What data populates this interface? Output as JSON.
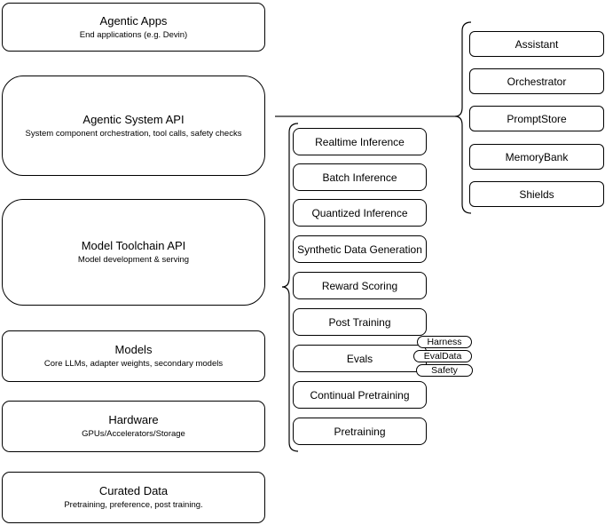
{
  "diagram": {
    "background": "#ffffff",
    "stroke_color": "#000000",
    "stack": [
      {
        "title": "Agentic Apps",
        "subtitle": "End applications (e.g. Devin)"
      },
      {
        "title": "Agentic System API",
        "subtitle": "System component orchestration, tool calls, safety checks"
      },
      {
        "title": "Model Toolchain API",
        "subtitle": "Model development & serving"
      },
      {
        "title": "Models",
        "subtitle": "Core LLMs, adapter weights, secondary models"
      },
      {
        "title": "Hardware",
        "subtitle": "GPUs/Accelerators/Storage"
      },
      {
        "title": "Curated Data",
        "subtitle": "Pretraining, preference, post training."
      }
    ],
    "toolchain_items": [
      "Realtime Inference",
      "Batch Inference",
      "Quantized Inference",
      "Synthetic Data Generation",
      "Reward Scoring",
      "Post Training",
      "Evals",
      "Continual Pretraining",
      "Pretraining"
    ],
    "eval_tags": [
      "Harness",
      "EvalData",
      "Safety"
    ],
    "system_components": [
      "Assistant",
      "Orchestrator",
      "PromptStore",
      "MemoryBank",
      "Shields"
    ]
  }
}
